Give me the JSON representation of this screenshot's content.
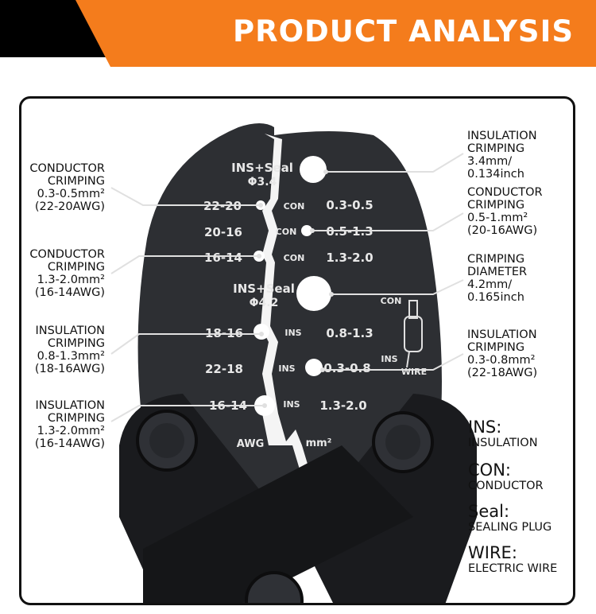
{
  "header": {
    "title": "PRODUCT ANALYSIS"
  },
  "left_callouts": [
    {
      "lines": [
        "CONDUCTOR",
        "CRIMPING",
        "0.3-0.5mm²",
        "(22-20AWG)"
      ]
    },
    {
      "lines": [
        "CONDUCTOR",
        "CRIMPING",
        "1.3-2.0mm²",
        "(16-14AWG)"
      ]
    },
    {
      "lines": [
        "INSULATION",
        "CRIMPING",
        "0.8-1.3mm²",
        "(18-16AWG)"
      ]
    },
    {
      "lines": [
        "INSULATION",
        "CRIMPING",
        "1.3-2.0mm²",
        "(16-14AWG)"
      ]
    }
  ],
  "right_callouts": [
    {
      "lines": [
        "INSULATION",
        "CRIMPING",
        "3.4mm/",
        "0.134inch"
      ]
    },
    {
      "lines": [
        "CONDUCTOR",
        "CRIMPING",
        "0.5-1.mm²",
        "(20-16AWG)"
      ]
    },
    {
      "lines": [
        "CRIMPING",
        "DIAMETER",
        "4.2mm/",
        "0.165inch"
      ]
    },
    {
      "lines": [
        "INSULATION",
        "CRIMPING",
        "0.3-0.8mm²",
        "(22-18AWG)"
      ]
    }
  ],
  "legend": [
    {
      "key": "INS:",
      "value": "INSULATION"
    },
    {
      "key": "CON:",
      "value": "CONDUCTOR"
    },
    {
      "key": "Seal:",
      "value": "SEALING PLUG"
    },
    {
      "key": "WIRE:",
      "value": "ELECTRIC WIRE"
    }
  ],
  "die_markings": {
    "seal1": "INS+Seal",
    "seal1_dia": "Φ3.4",
    "seal2": "INS+Seal",
    "seal2_dia": "Φ4.2",
    "r1_awg": "22-20",
    "r1_type": "CON",
    "r1_mm": "0.3-0.5",
    "r2_awg": "20-16",
    "r2_type": "CON",
    "r2_mm": "0.5-1.3",
    "r3_awg": "16-14",
    "r3_type": "CON",
    "r3_mm": "1.3-2.0",
    "r4_awg": "18-16",
    "r4_type": "INS",
    "r4_mm": "0.8-1.3",
    "r5_awg": "22-18",
    "r5_type": "INS",
    "r5_mm": "0.3-0.8",
    "r6_awg": "16-14",
    "r6_type": "INS",
    "r6_mm": "1.3-2.0",
    "awg_label": "AWG",
    "mm_label": "mm²",
    "diagram_con": "CON",
    "diagram_ins": "INS",
    "diagram_wire": "WIRE"
  },
  "colors": {
    "accent": "#f47c1c",
    "tool": "#2d2f33",
    "tool_dark": "#1a1b1e"
  }
}
